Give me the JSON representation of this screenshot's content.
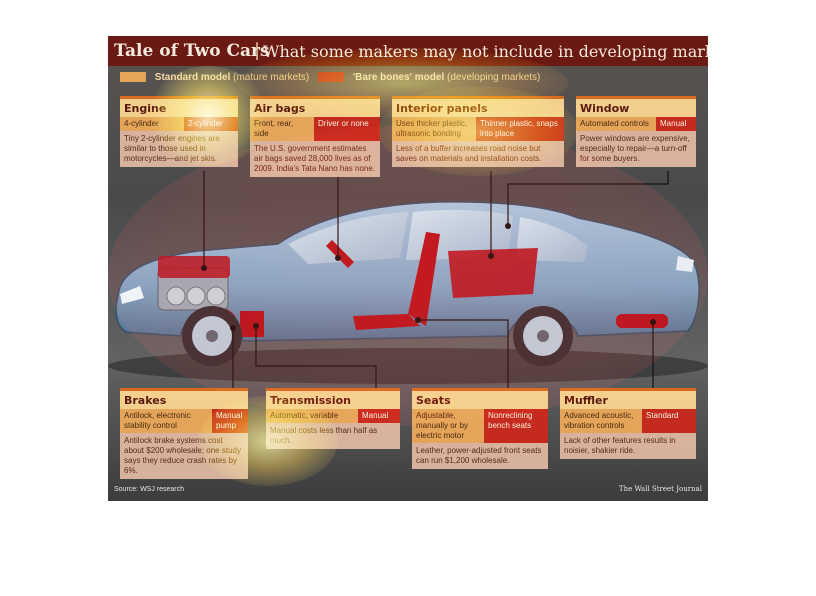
{
  "title": {
    "main": "Tale of Two Cars",
    "separator": "|",
    "subtitle": "What some makers may not include in developing markets"
  },
  "legend": {
    "standard": {
      "label": "Standard model",
      "note": "(mature markets)",
      "color": "#e4a55a"
    },
    "bare": {
      "label": "'Bare bones' model",
      "note": "(developing markets)",
      "color": "#c42a1e"
    }
  },
  "boxes": {
    "engine": {
      "title": "Engine",
      "standard": "4-cylinder",
      "bare": "2-cylinder",
      "desc": "Tiny 2-cylinder engines are similar to those used in motorcycles—and jet skis."
    },
    "airbags": {
      "title": "Air bags",
      "standard": "Front, rear, side",
      "bare": "Driver or none",
      "desc": "The U.S. government estimates air bags saved 28,000 lives as of 2009. India's Tata Nano has none."
    },
    "interior": {
      "title": "Interior panels",
      "standard": "Uses thicker plastic, ultrasonic bonding",
      "bare": "Thinner plastic, snaps into place",
      "desc": "Less of a buffer increases road noise but saves on materials and installation costs."
    },
    "window": {
      "title": "Window",
      "standard": "Automated controls",
      "bare": "Manual",
      "desc": "Power windows are expensive, especially to repair—a turn-off for some buyers."
    },
    "brakes": {
      "title": "Brakes",
      "standard": "Antilock, electronic stability control",
      "bare": "Manual pump",
      "desc": "Antilock brake systems cost about $200 wholesale; one study says they reduce crash rates by 6%."
    },
    "transmission": {
      "title": "Transmission",
      "standard": "Automatic, variable",
      "bare": "Manual",
      "desc": "Manual costs less than half as much."
    },
    "seats": {
      "title": "Seats",
      "standard": "Adjustable, manually or by electric motor",
      "bare": "Nonreclining bench seats",
      "desc": "Leather, power-adjusted front seats can run $1,200 wholesale."
    },
    "muffler": {
      "title": "Muffler",
      "standard": "Advanced acoustic, vibration controls",
      "bare": "Standard",
      "desc": "Lack of other features results in noisier, shakier ride."
    }
  },
  "footer": {
    "source": "Source: WSJ research",
    "credit": "The Wall Street Journal"
  },
  "colors": {
    "header": "#6a1a12",
    "accent": "#d66a1f",
    "car_body": "#7fa6c4",
    "highlight_parts": "#b4141e"
  }
}
